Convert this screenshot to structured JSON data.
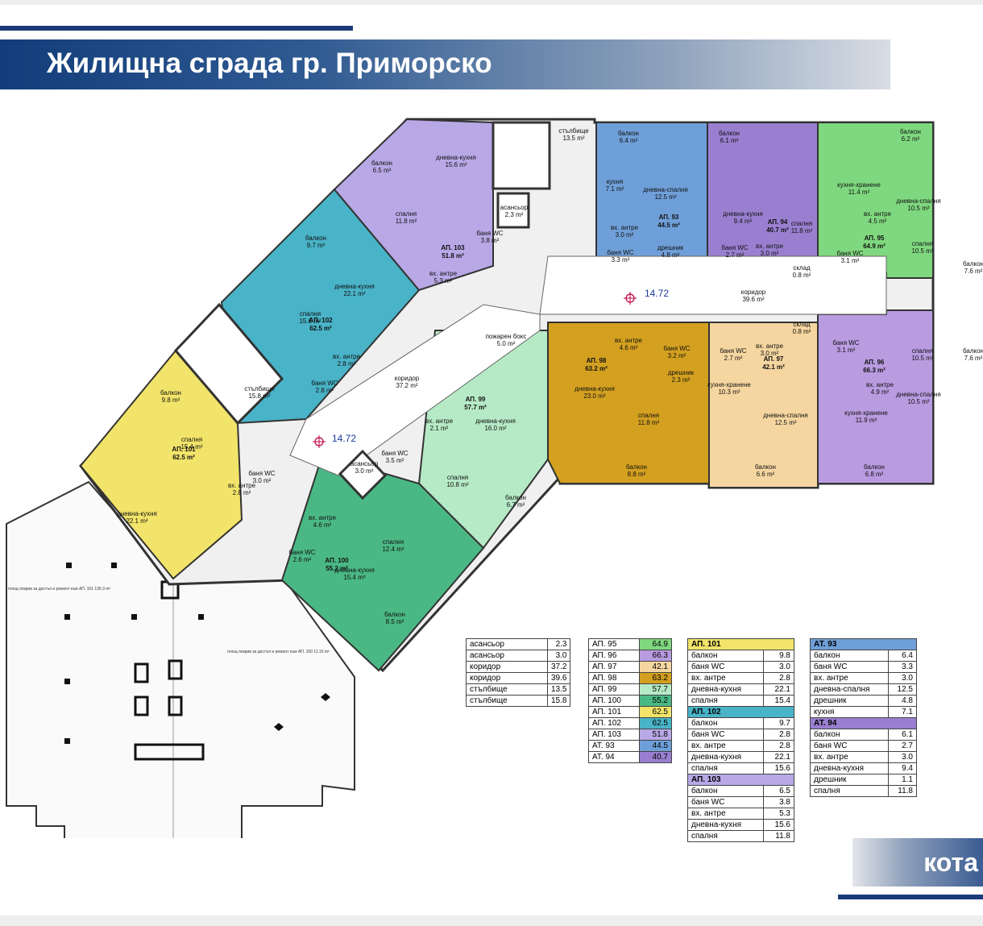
{
  "header": {
    "title": "Жилищна сграда гр. Приморско"
  },
  "footer": {
    "label": "кота"
  },
  "plan": {
    "elevation_labels": [
      "14.72",
      "14.72"
    ],
    "common_rooms": [
      {
        "name": "стълбище",
        "area": "13.5 m²"
      },
      {
        "name": "асансьор",
        "area": "2.3 m²"
      },
      {
        "name": "коридор",
        "area": "39.6 m²"
      },
      {
        "name": "коридор",
        "area": "37.2 m²"
      },
      {
        "name": "стълбище",
        "area": "15.8 m²"
      },
      {
        "name": "асансьор",
        "area": "3.0 m²"
      },
      {
        "name": "склад",
        "area": "0.8 m²"
      },
      {
        "name": "склад",
        "area": "0.8 m²"
      },
      {
        "name": "пожарен бокс",
        "area": "5.0 m²"
      }
    ],
    "apartments": [
      {
        "id": "АП. 93",
        "area": "44.5 m²",
        "color": "#6f9fd8",
        "rooms": [
          {
            "name": "балкон",
            "area": "6.4 m²"
          },
          {
            "name": "кухня",
            "area": "7.1 m²"
          },
          {
            "name": "дневна-спалня",
            "area": "12.5 m²"
          },
          {
            "name": "вх. антре",
            "area": "3.0 m²"
          },
          {
            "name": "дрешник",
            "area": "4.8 m²"
          },
          {
            "name": "баня WC",
            "area": "3.3 m²"
          }
        ]
      },
      {
        "id": "АП. 94",
        "area": "40.7 m²",
        "color": "#9a7fd0",
        "rooms": [
          {
            "name": "балкон",
            "area": "6.1 m²"
          },
          {
            "name": "дневна-кухня",
            "area": "9.4 m²"
          },
          {
            "name": "спалня",
            "area": "11.8 m²"
          },
          {
            "name": "вх. антре",
            "area": "3.0 m²"
          },
          {
            "name": "баня WC",
            "area": "2.7 m²"
          }
        ]
      },
      {
        "id": "АП. 95",
        "area": "64.9 m²",
        "color": "#7fd87f",
        "rooms": [
          {
            "name": "балкон",
            "area": "6.2 m²"
          },
          {
            "name": "кухня-хранене",
            "area": "11.4 m²"
          },
          {
            "name": "дневна-спалня",
            "area": "10.5 m²"
          },
          {
            "name": "вх. антре",
            "area": "4.5 m²"
          },
          {
            "name": "спалня",
            "area": "10.5 m²"
          },
          {
            "name": "балкон",
            "area": "7.6 m²"
          },
          {
            "name": "баня WC",
            "area": "3.1 m²"
          }
        ]
      },
      {
        "id": "АП. 96",
        "area": "66.3 m²",
        "color": "#b99be0",
        "rooms": [
          {
            "name": "баня WC",
            "area": "3.1 m²"
          },
          {
            "name": "спалня",
            "area": "10.5 m²"
          },
          {
            "name": "балкон",
            "area": "7.6 m²"
          },
          {
            "name": "вх. антре",
            "area": "4.9 m²"
          },
          {
            "name": "дневна-спалня",
            "area": "10.5 m²"
          },
          {
            "name": "кухня-хранене",
            "area": "11.9 m²"
          },
          {
            "name": "балкон",
            "area": "6.8 m²"
          }
        ]
      },
      {
        "id": "АП. 97",
        "area": "42.1 m²",
        "color": "#f5d6a0",
        "rooms": [
          {
            "name": "вх. антре",
            "area": "3.0 m²"
          },
          {
            "name": "баня WC",
            "area": "2.7 m²"
          },
          {
            "name": "кухня-хранене",
            "area": "10.3 m²"
          },
          {
            "name": "дневна-спалня",
            "area": "12.5 m²"
          },
          {
            "name": "балкон",
            "area": "6.6 m²"
          }
        ]
      },
      {
        "id": "АП. 98",
        "area": "63.2 m²",
        "color": "#d4a020",
        "rooms": [
          {
            "name": "вх. антре",
            "area": "4.6 m²"
          },
          {
            "name": "баня WC",
            "area": "3.2 m²"
          },
          {
            "name": "дрешник",
            "area": "2.3 m²"
          },
          {
            "name": "дневна-кухня",
            "area": "23.0 m²"
          },
          {
            "name": "спалня",
            "area": "11.8 m²"
          },
          {
            "name": "балкон",
            "area": "8.8 m²"
          }
        ]
      },
      {
        "id": "АП. 99",
        "area": "57.7 m²",
        "color": "#b6eac6",
        "rooms": [
          {
            "name": "вх. антре",
            "area": "2.1 m²"
          },
          {
            "name": "баня WC",
            "area": "3.5 m²"
          },
          {
            "name": "дневна-кухня",
            "area": "16.0 m²"
          },
          {
            "name": "спалня",
            "area": "10.8 m²"
          },
          {
            "name": "балкон",
            "area": "6.7 m²"
          }
        ]
      },
      {
        "id": "АП. 100",
        "area": "55.2 m²",
        "color": "#4ab884",
        "rooms": [
          {
            "name": "вх. антре",
            "area": "4.6 m²"
          },
          {
            "name": "баня WC",
            "area": "2.6 m²"
          },
          {
            "name": "спалня",
            "area": "12.4 m²"
          },
          {
            "name": "дневна-кухня",
            "area": "15.4 m²"
          },
          {
            "name": "балкон",
            "area": "8.5 m²"
          }
        ]
      },
      {
        "id": "АП. 101",
        "area": "62.5 m²",
        "color": "#f2e46a",
        "rooms": [
          {
            "name": "балкон",
            "area": "9.8 m²"
          },
          {
            "name": "спалня",
            "area": "15.4 m²"
          },
          {
            "name": "вх. антре",
            "area": "2.8 m²"
          },
          {
            "name": "баня WC",
            "area": "3.0 m²"
          },
          {
            "name": "дневна-кухня",
            "area": "22.1 m²"
          }
        ]
      },
      {
        "id": "АП. 102",
        "area": "62.5 m²",
        "color": "#49b3c7",
        "rooms": [
          {
            "name": "балкон",
            "area": "9.7 m²"
          },
          {
            "name": "дневна-кухня",
            "area": "22.1 m²"
          },
          {
            "name": "спалня",
            "area": "15.6 m²"
          },
          {
            "name": "вх. антре",
            "area": "2.8 m²"
          },
          {
            "name": "баня WC",
            "area": "2.8 m²"
          }
        ]
      },
      {
        "id": "АП. 103",
        "area": "51.8 m²",
        "color": "#b8a8e6",
        "rooms": [
          {
            "name": "балкон",
            "area": "6.5 m²"
          },
          {
            "name": "дневна-кухня",
            "area": "15.6 m²"
          },
          {
            "name": "спалня",
            "area": "11.8 m²"
          },
          {
            "name": "вх. антре",
            "area": "5.3 m²"
          },
          {
            "name": "баня WC",
            "area": "3.8 m²"
          }
        ]
      }
    ],
    "terrace_notes": [
      "площ покрив за достъп и ремонт към АП. 101 139.3 m²",
      "площ покрив за достъп и ремонт към АП. 100 11.15 m²"
    ]
  },
  "tables": {
    "common": [
      {
        "name": "асансьор",
        "value": "2.3"
      },
      {
        "name": "асансьор",
        "value": "3.0"
      },
      {
        "name": "коридор",
        "value": "37.2"
      },
      {
        "name": "коридор",
        "value": "39.6"
      },
      {
        "name": "стълбище",
        "value": "13.5"
      },
      {
        "name": "стълбище",
        "value": "15.8"
      }
    ],
    "summary": [
      {
        "name": "АП. 95",
        "value": "64.9",
        "color": "#7fd87f"
      },
      {
        "name": "АП. 96",
        "value": "66.3",
        "color": "#b99be0"
      },
      {
        "name": "АП. 97",
        "value": "42.1",
        "color": "#f5d6a0"
      },
      {
        "name": "АП. 98",
        "value": "63.2",
        "color": "#d4a020"
      },
      {
        "name": "АП. 99",
        "value": "57.7",
        "color": "#b6eac6"
      },
      {
        "name": "АП. 100",
        "value": "55.2",
        "color": "#4ab884"
      },
      {
        "name": "АП. 101",
        "value": "62.5",
        "color": "#f2e46a"
      },
      {
        "name": "АП. 102",
        "value": "62.5",
        "color": "#49b3c7"
      },
      {
        "name": "АП. 103",
        "value": "51.8",
        "color": "#b8a8e6"
      },
      {
        "name": "АТ. 93",
        "value": "44.5",
        "color": "#6f9fd8"
      },
      {
        "name": "АТ. 94",
        "value": "40.7",
        "color": "#9a7fd0"
      }
    ],
    "middle": [
      {
        "title": "АП. 101",
        "color": "#f2e46a",
        "rows": [
          {
            "name": "балкон",
            "value": "9.8"
          },
          {
            "name": "баня WC",
            "value": "3.0"
          },
          {
            "name": "вх. антре",
            "value": "2.8"
          },
          {
            "name": "дневна-кухня",
            "value": "22.1"
          },
          {
            "name": "спалня",
            "value": "15.4"
          }
        ]
      },
      {
        "title": "АП. 102",
        "color": "#49b3c7",
        "rows": [
          {
            "name": "балкон",
            "value": "9.7"
          },
          {
            "name": "баня WC",
            "value": "2.8"
          },
          {
            "name": "вх. антре",
            "value": "2.8"
          },
          {
            "name": "дневна-кухня",
            "value": "22.1"
          },
          {
            "name": "спалня",
            "value": "15.6"
          }
        ]
      },
      {
        "title": "АП. 103",
        "color": "#b8a8e6",
        "rows": [
          {
            "name": "балкон",
            "value": "6.5"
          },
          {
            "name": "баня WC",
            "value": "3.8"
          },
          {
            "name": "вх. антре",
            "value": "5.3"
          },
          {
            "name": "дневна-кухня",
            "value": "15.6"
          },
          {
            "name": "спалня",
            "value": "11.8"
          }
        ]
      }
    ],
    "right": [
      {
        "title": "АТ. 93",
        "color": "#6f9fd8",
        "rows": [
          {
            "name": "балкон",
            "value": "6.4"
          },
          {
            "name": "баня WC",
            "value": "3.3"
          },
          {
            "name": "вх. антре",
            "value": "3.0"
          },
          {
            "name": "дневна-спалня",
            "value": "12.5"
          },
          {
            "name": "дрешник",
            "value": "4.8"
          },
          {
            "name": "кухня",
            "value": "7.1"
          }
        ]
      },
      {
        "title": "АТ. 94",
        "color": "#9a7fd0",
        "rows": [
          {
            "name": "балкон",
            "value": "6.1"
          },
          {
            "name": "баня WC",
            "value": "2.7"
          },
          {
            "name": "вх. антре",
            "value": "3.0"
          },
          {
            "name": "дневна-кухня",
            "value": "9.4"
          },
          {
            "name": "дрешник",
            "value": "1.1"
          },
          {
            "name": "спалня",
            "value": "11.8"
          }
        ]
      }
    ]
  }
}
